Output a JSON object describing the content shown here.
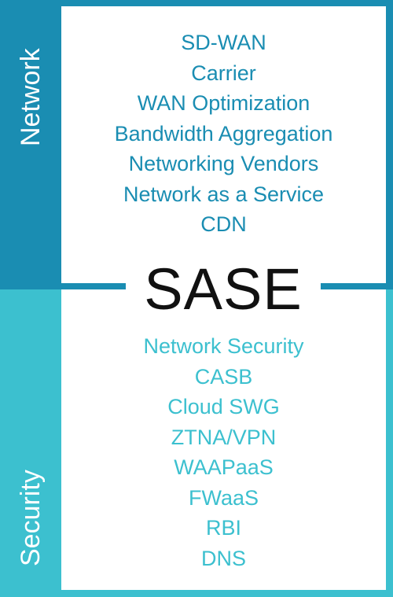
{
  "network": {
    "label": "Network",
    "color": "#1a8db2",
    "items": [
      "SD-WAN",
      "Carrier",
      "WAN Optimization",
      "Bandwidth Aggregation",
      "Networking Vendors",
      "Network as a Service",
      "CDN"
    ]
  },
  "security": {
    "label": "Security",
    "color": "#3cc0cf",
    "items": [
      "Network Security",
      "CASB",
      "Cloud SWG",
      "ZTNA/VPN",
      "WAAPaaS",
      "FWaaS",
      "RBI",
      "DNS"
    ]
  },
  "title": "SASE"
}
